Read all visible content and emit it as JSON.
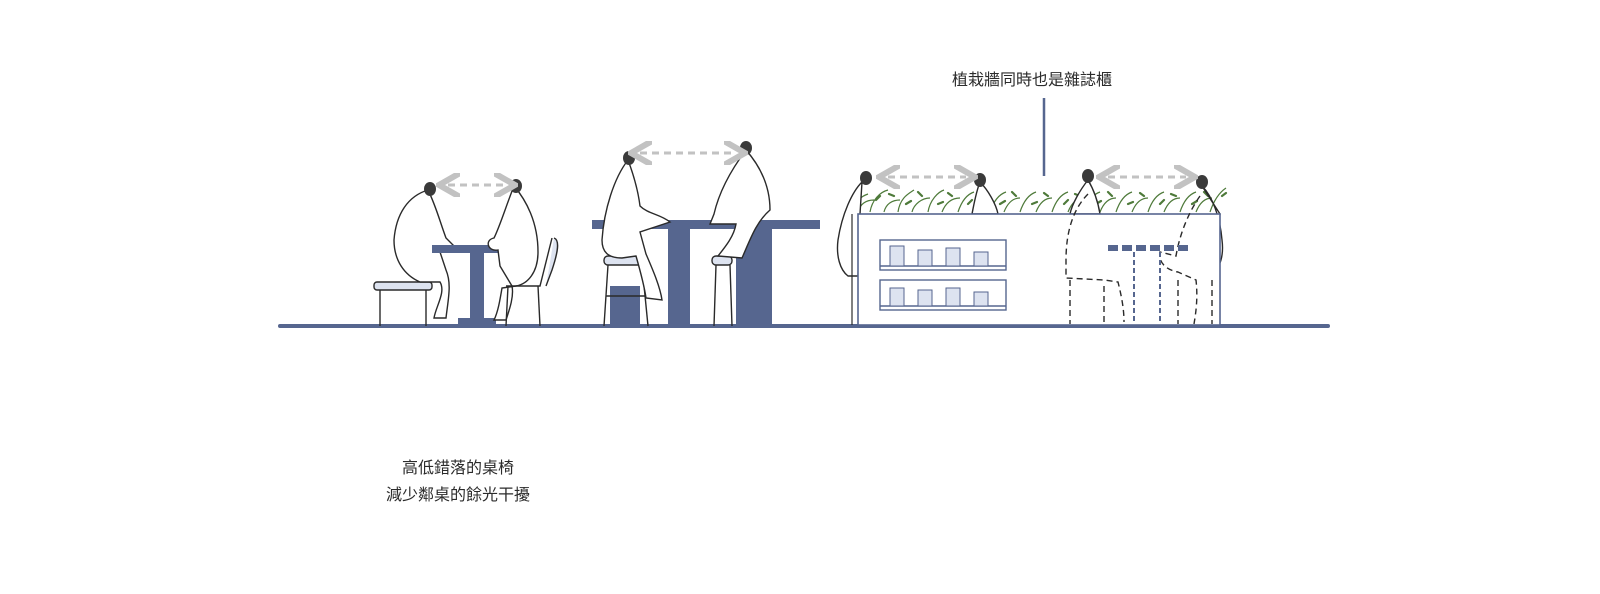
{
  "annotations": {
    "planter_wall": "植栽牆同時也是雜誌櫃",
    "desk_line1": "高低錯落的桌椅",
    "desk_line2": "減少鄰桌的餘光干擾"
  },
  "colors": {
    "furniture": "#56668f",
    "outline": "#2a2a2a",
    "arrow": "#c2c2c2",
    "plant": "#4e7a3a",
    "magazine": "#dde3f0",
    "background": "#ffffff"
  }
}
